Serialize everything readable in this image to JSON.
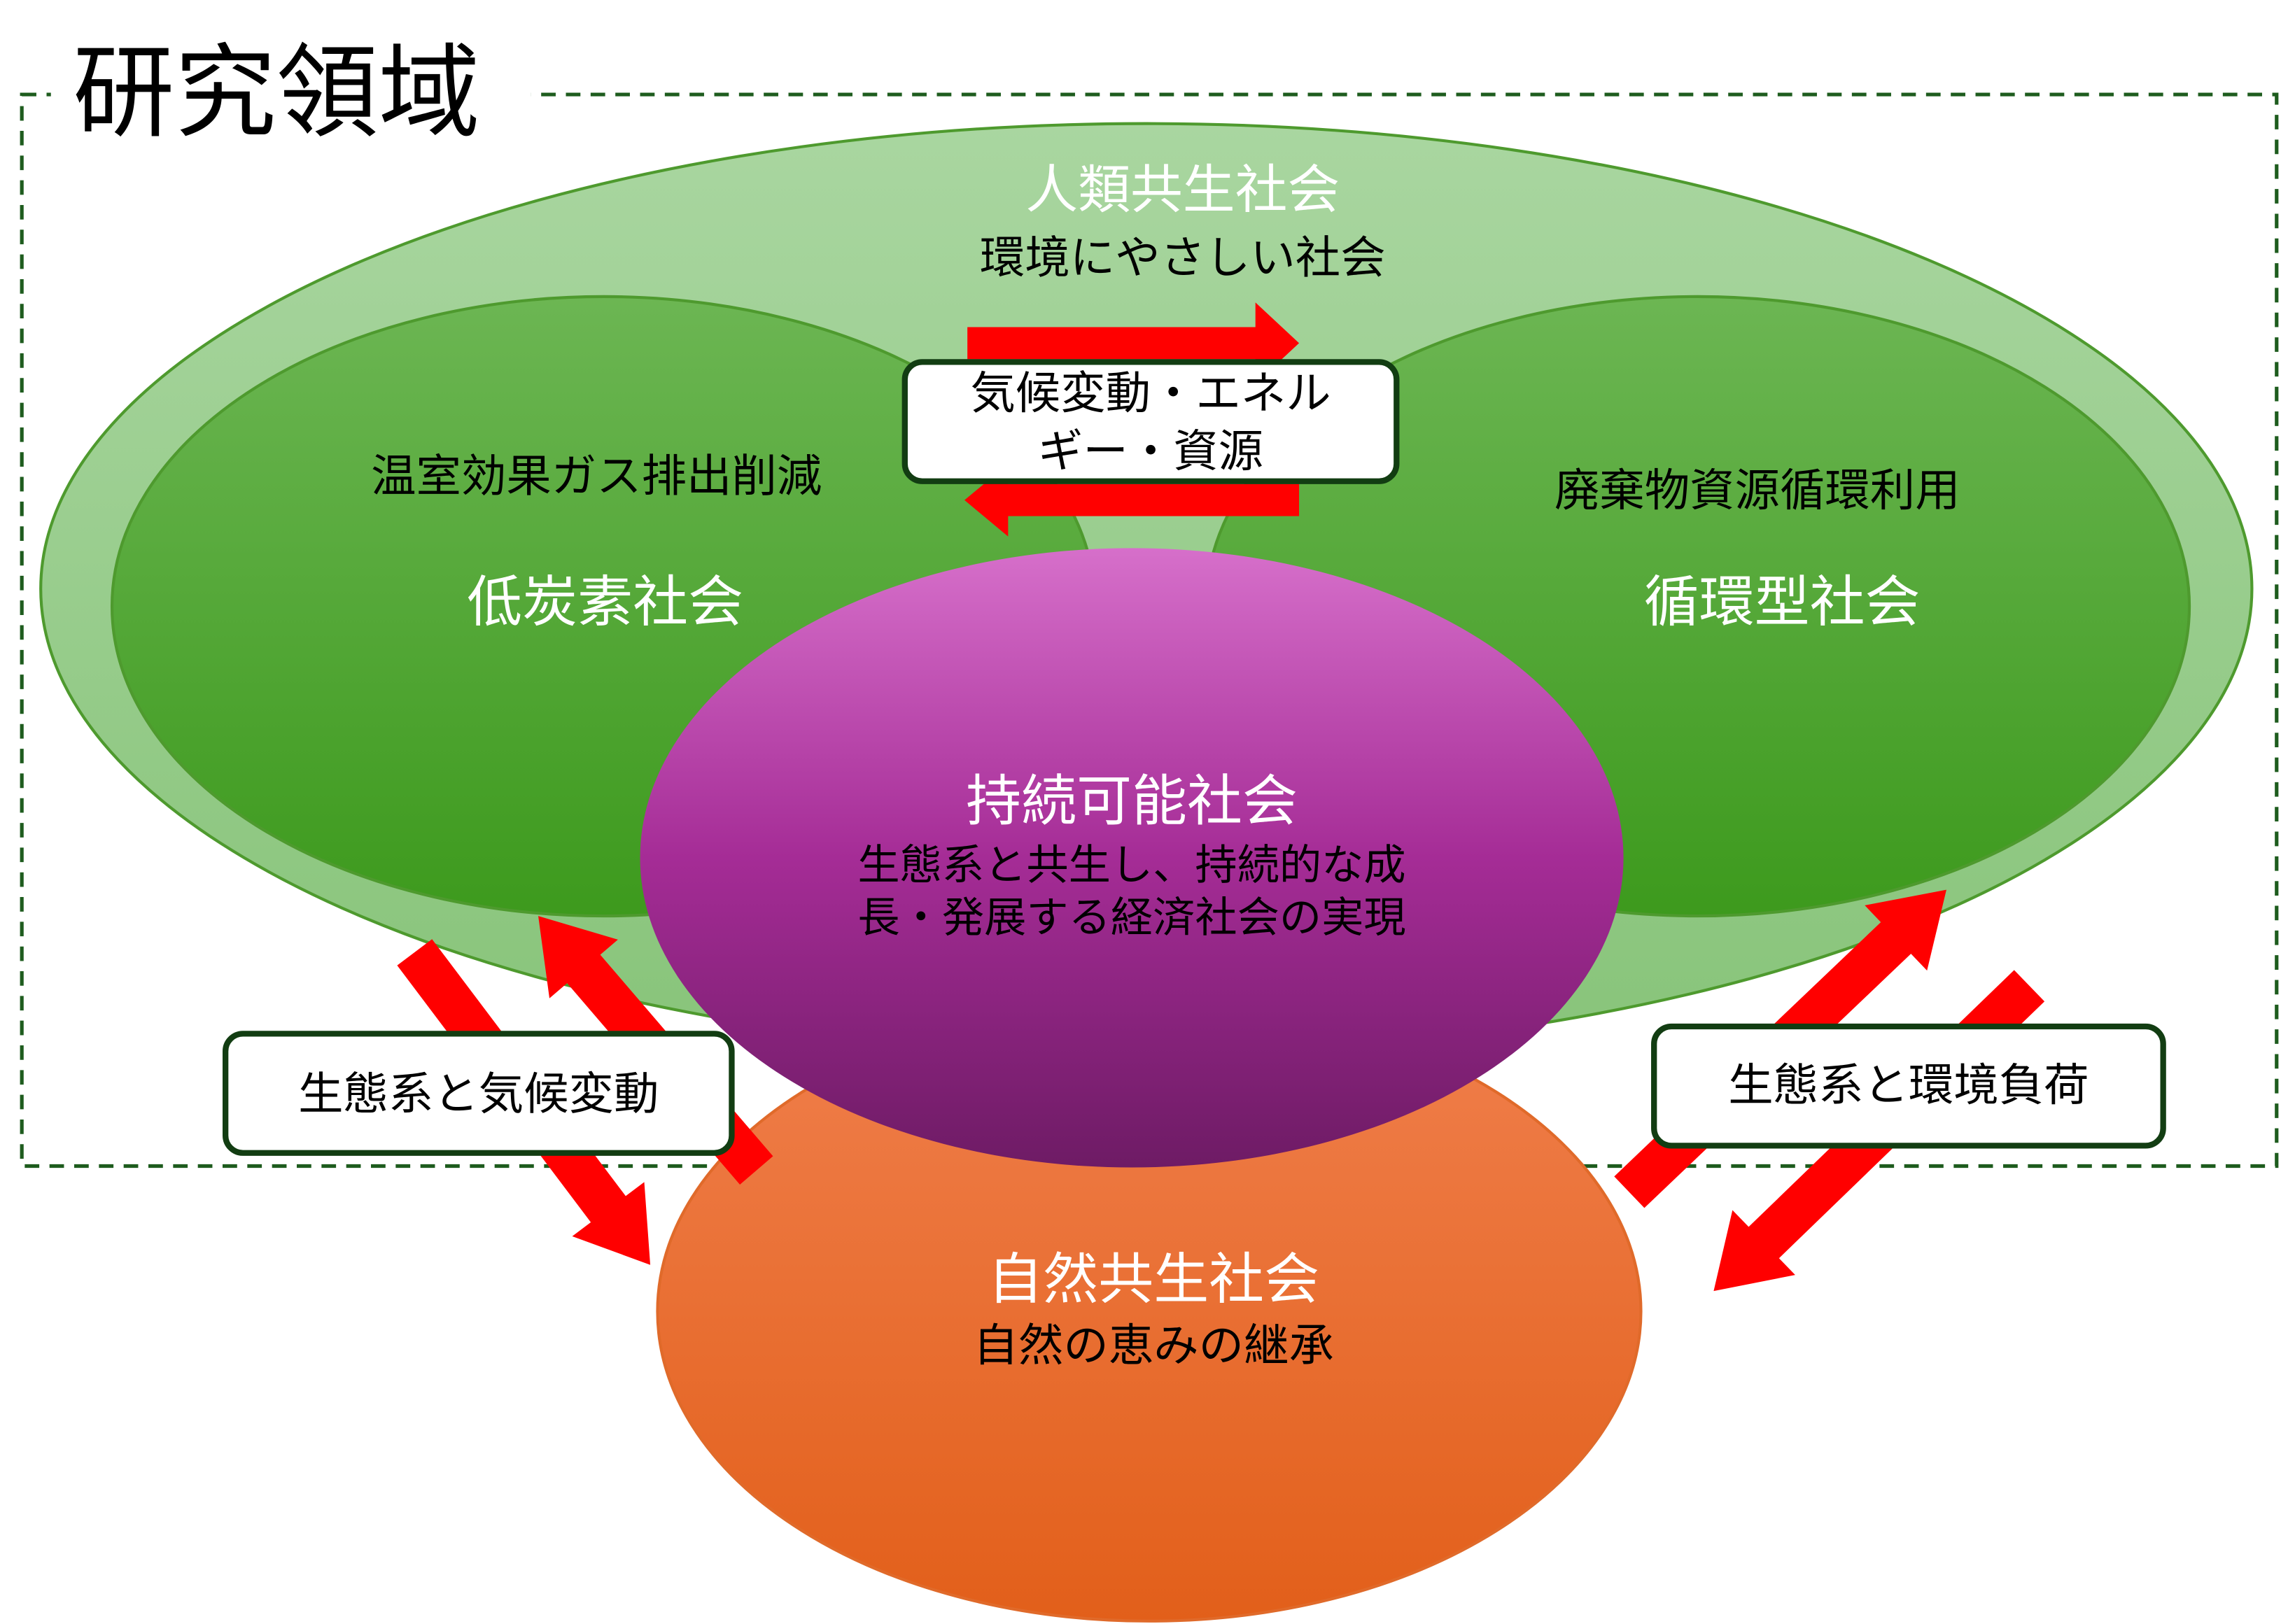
{
  "title": "研究領域",
  "human_society": {
    "title": "人類共生社会",
    "subtitle": "環境にやさしい社会"
  },
  "low_carbon": {
    "theme": "温室効果ガス排出削減",
    "title": "低炭素社会"
  },
  "recycling": {
    "theme": "廃棄物資源循環利用",
    "title": "循環型社会"
  },
  "sustainable": {
    "title": "持続可能社会",
    "lines": [
      "生態系と共生し、持続的な成",
      "長・発展する経済社会の実現"
    ]
  },
  "nature": {
    "title": "自然共生社会",
    "subtitle": "自然の恵みの継承"
  },
  "labels": {
    "climate_energy": [
      "気候変動・エネル",
      "ギー・資源"
    ],
    "eco_climate": "生態系と気候変動",
    "eco_load": "生態系と環境負荷"
  },
  "colors": {
    "arrow": "#ff0000",
    "frame": "#1e5c1e",
    "box_border": "#123d12"
  }
}
